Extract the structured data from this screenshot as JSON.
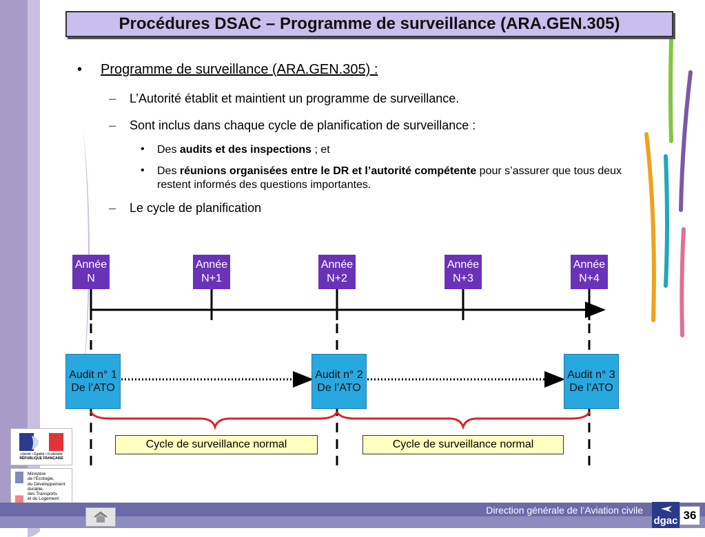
{
  "title": "Procédures DSAC – Programme de surveillance (ARA.GEN.305)",
  "bullet": {
    "marker": "•",
    "text": "Programme de surveillance (ARA.GEN.305) :"
  },
  "dash_items": [
    {
      "marker": "–",
      "text": "L’Autorité établit et maintient un programme de surveillance."
    },
    {
      "marker": "–",
      "text": "Sont inclus dans chaque cycle de planification de surveillance :"
    },
    {
      "marker": "–",
      "text": "Le cycle de planification"
    }
  ],
  "sub_items": [
    {
      "marker": "•",
      "pre": "Des ",
      "bold": "audits et des inspections",
      "post": " ; et"
    },
    {
      "marker": "•",
      "pre": "Des ",
      "bold": "réunions organisées entre le DR et l’autorité compétente",
      "post": " pour s’assurer que tous deux restent informés des questions importantes."
    }
  ],
  "years": [
    {
      "l1": "Année",
      "l2": "N"
    },
    {
      "l1": "Année",
      "l2": "N+1"
    },
    {
      "l1": "Année",
      "l2": "N+2"
    },
    {
      "l1": "Année",
      "l2": "N+3"
    },
    {
      "l1": "Année",
      "l2": "N+4"
    }
  ],
  "audits": [
    {
      "l1": "Audit n° 1",
      "l2": "De l’ATO"
    },
    {
      "l1": "Audit n° 2",
      "l2": "De l’ATO"
    },
    {
      "l1": "Audit n° 3",
      "l2": "De l’ATO"
    }
  ],
  "cycles": [
    "Cycle de surveillance normal",
    "Cycle de surveillance normal"
  ],
  "footer": {
    "text": "Direction générale de l’Aviation civile",
    "page": "36",
    "dgac": "dgac"
  },
  "logos": {
    "rf_caption": [
      "Liberté • Égalité • Fraternité",
      "RÉPUBLIQUE FRANÇAISE"
    ],
    "ministry": [
      "Ministère",
      "de l’Écologie,",
      "du Développement",
      "durable,",
      "des Transports",
      "et du Logement"
    ]
  },
  "colors": {
    "year_box": "#6a32b8",
    "audit_box": "#29a8e0",
    "cycle_box": "#ffffc0",
    "brace": "#e02020",
    "title_bg": "#c8bfee",
    "footer_bar": "#6d6aa8"
  },
  "icons": [
    "home-icon",
    "airplane-icon",
    "marianne-icon"
  ]
}
